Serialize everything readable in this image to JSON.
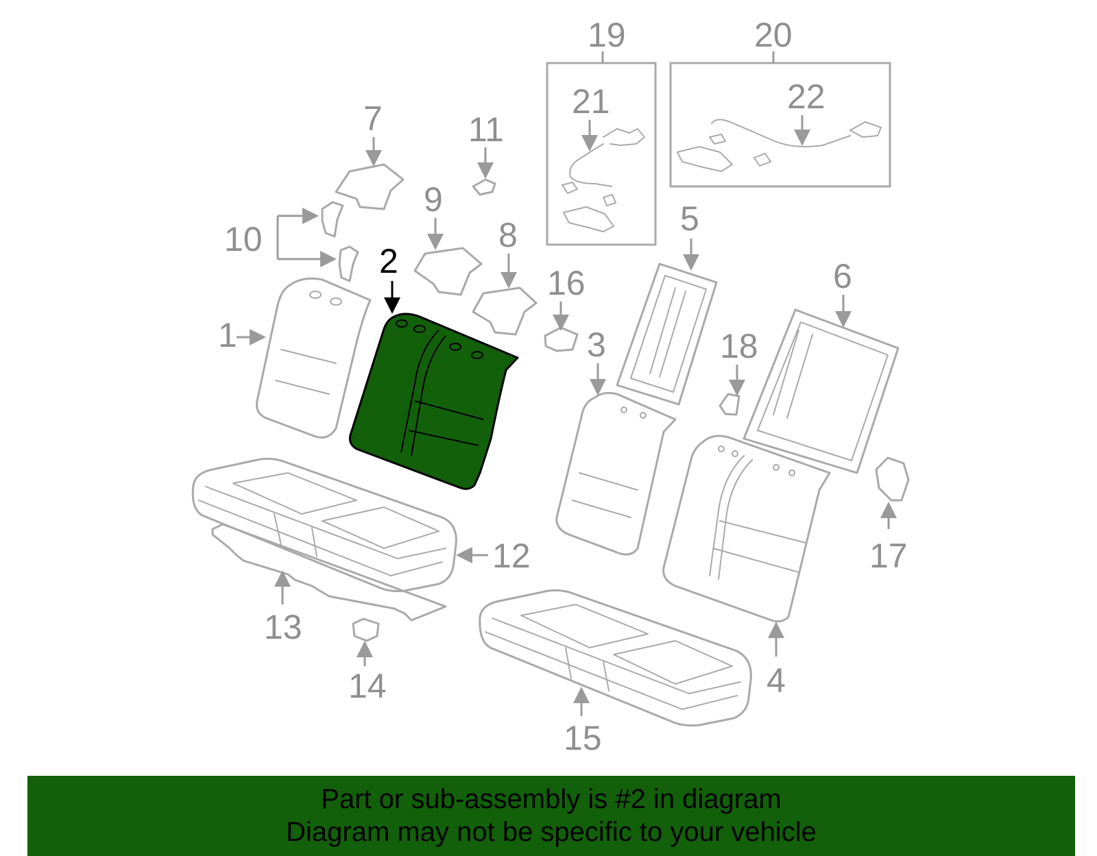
{
  "callouts": {
    "n1": "1",
    "n2": "2",
    "n3": "3",
    "n4": "4",
    "n5": "5",
    "n6": "6",
    "n7": "7",
    "n8": "8",
    "n9": "9",
    "n10": "10",
    "n11": "11",
    "n12": "12",
    "n13": "13",
    "n14": "14",
    "n15": "15",
    "n16": "16",
    "n17": "17",
    "n18": "18",
    "n19": "19",
    "n20": "20",
    "n21": "21",
    "n22": "22"
  },
  "highlight": {
    "part": "2",
    "color": "#12600a"
  },
  "footer": {
    "line1": "Part or sub-assembly is #2 in diagram",
    "line2": "Diagram may not be specific to your vehicle"
  }
}
